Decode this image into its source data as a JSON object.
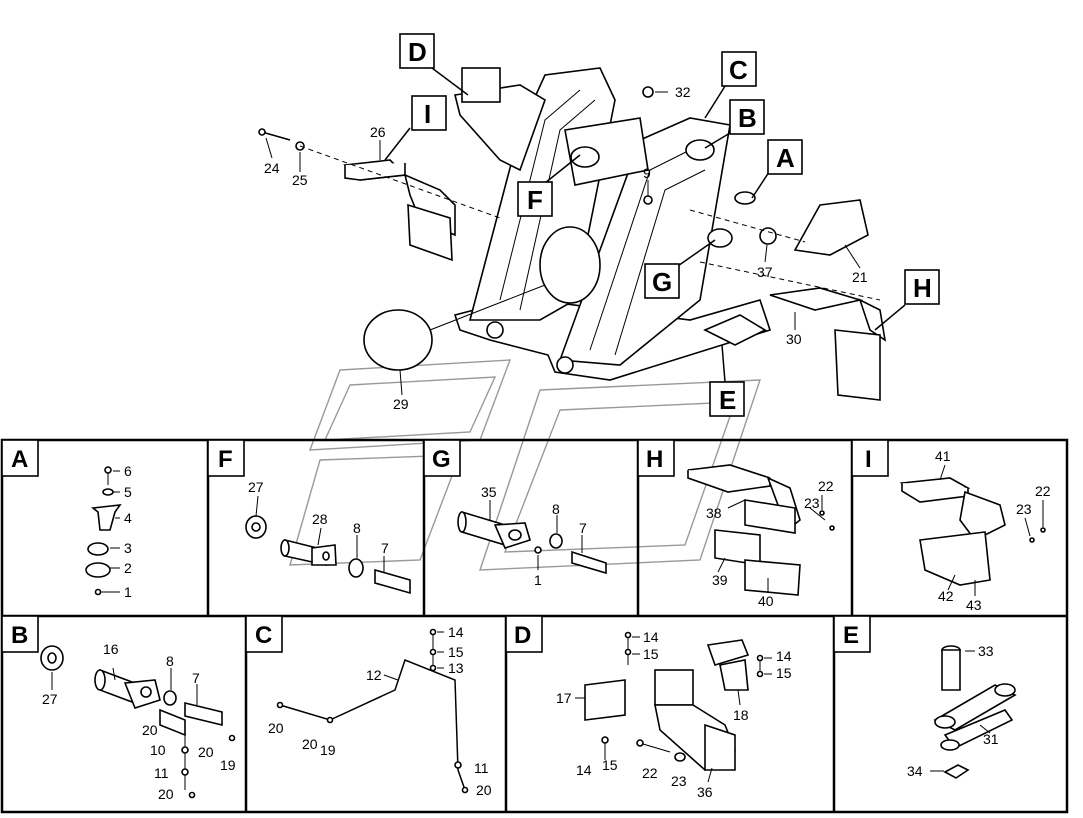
{
  "callouts": {
    "A": "A",
    "B": "B",
    "C": "C",
    "D": "D",
    "E": "E",
    "F": "F",
    "G": "G",
    "H": "H",
    "I": "I"
  },
  "main_labels": {
    "n32": "32",
    "n26": "26",
    "n24": "24",
    "n25": "25",
    "n9": "9",
    "n37": "37",
    "n21": "21",
    "n30": "30",
    "n29": "29"
  },
  "panels": {
    "A": {
      "letter": "A",
      "labels": [
        "6",
        "5",
        "4",
        "3",
        "2",
        "1"
      ]
    },
    "F": {
      "letter": "F",
      "labels": [
        "27",
        "28",
        "8",
        "7"
      ]
    },
    "G": {
      "letter": "G",
      "labels": [
        "35",
        "8",
        "7",
        "1"
      ]
    },
    "H": {
      "letter": "H",
      "labels": [
        "22",
        "23",
        "38",
        "39",
        "40"
      ]
    },
    "I": {
      "letter": "I",
      "labels": [
        "41",
        "22",
        "23",
        "42",
        "43"
      ]
    },
    "B": {
      "letter": "B",
      "labels": [
        "16",
        "8",
        "7",
        "27",
        "20",
        "10",
        "20",
        "11",
        "19",
        "20"
      ]
    },
    "C": {
      "letter": "C",
      "labels": [
        "14",
        "15",
        "13",
        "12",
        "20",
        "20",
        "19",
        "11",
        "20"
      ]
    },
    "D": {
      "letter": "D",
      "labels": [
        "14",
        "15",
        "14",
        "15",
        "17",
        "18",
        "14",
        "15",
        "22",
        "23",
        "36"
      ]
    },
    "E": {
      "letter": "E",
      "labels": [
        "33",
        "31",
        "34"
      ]
    }
  }
}
